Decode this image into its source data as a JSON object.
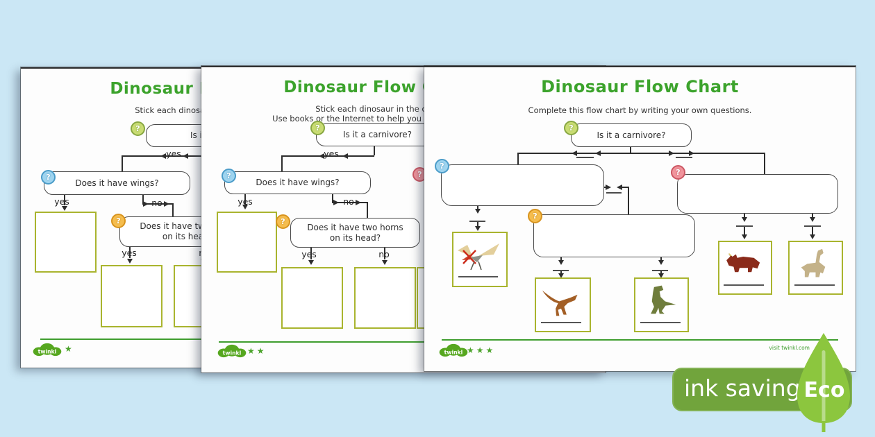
{
  "background": "#cbe7f5",
  "questions": {
    "carnivore": "Is it a carnivore?",
    "wings": "Does it have wings?",
    "horns_1": "Does it have two horns",
    "horns_2": "on its head?"
  },
  "labels": {
    "yes": "yes",
    "no": "no"
  },
  "pages": [
    {
      "name": "one-star-worksheet",
      "title": "Dinosaur Flow Chart",
      "subtitle": "Stick each dinosaur in the correct box.",
      "stars": "★"
    },
    {
      "name": "two-star-worksheet",
      "title": "Dinosaur Flow Chart",
      "subtitle": "Stick each dinosaur in the correct box.",
      "subtitle_2": "Use books or the Internet to help you answer the questions.",
      "stars": "★★"
    },
    {
      "name": "three-star-worksheet",
      "title": "Dinosaur Flow Chart",
      "subtitle": "Complete this flow chart by writing your own questions.",
      "stars": "★★★"
    }
  ],
  "footer": {
    "logo": "twinkl",
    "visit": "visit twinkl.com"
  },
  "badge": {
    "label": "ink saving",
    "eco": "Eco"
  },
  "dinosaurs": [
    "pteranodon",
    "carnotaurus",
    "tyrannosaurus",
    "triceratops",
    "brachiosaurus"
  ],
  "colors": {
    "title_green": "#3ca32c",
    "circle_green": "#c9dc73",
    "circle_blue": "#9fd4ef",
    "circle_orange": "#f5bd4e",
    "circle_red": "#f0949c",
    "stick_box_border": "#a9b42e",
    "footer_line": "#3f9e2f",
    "badge_green": "#71a43c",
    "leaf_green": "#8cc63e"
  }
}
